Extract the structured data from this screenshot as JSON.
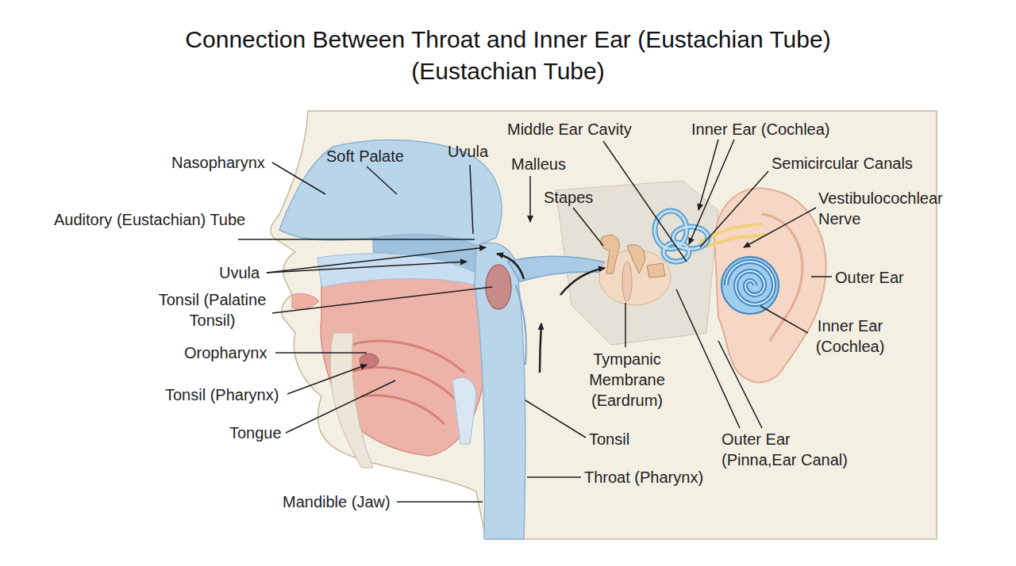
{
  "diagram": {
    "title": "Connection Between Throat and Inner Ear (Eustachian Tube) (Eustachian Tube)",
    "labels": [
      "Nasopharynx",
      "Soft Palate",
      "Uvula",
      "Middle Ear Cavity",
      "Inner Ear (Cochlea)",
      "Malleus",
      "Semicircular Canals",
      "Stapes",
      "Vestibulocochlear Nerve",
      "Auditory (Eustachian) Tube",
      "Outer Ear",
      "Uvula",
      "Tonsil (Palatine Tonsil)",
      "Inner Ear (Cochlea)",
      "Oropharynx",
      "Tympanic Membrane (Eardrum)",
      "Tonsil (Pharynx)",
      "Tongue",
      "Tonsil",
      "Outer Ear (Pinna,Ear Canal)",
      "Throat (Pharynx)",
      "Mandible (Jaw)"
    ]
  }
}
